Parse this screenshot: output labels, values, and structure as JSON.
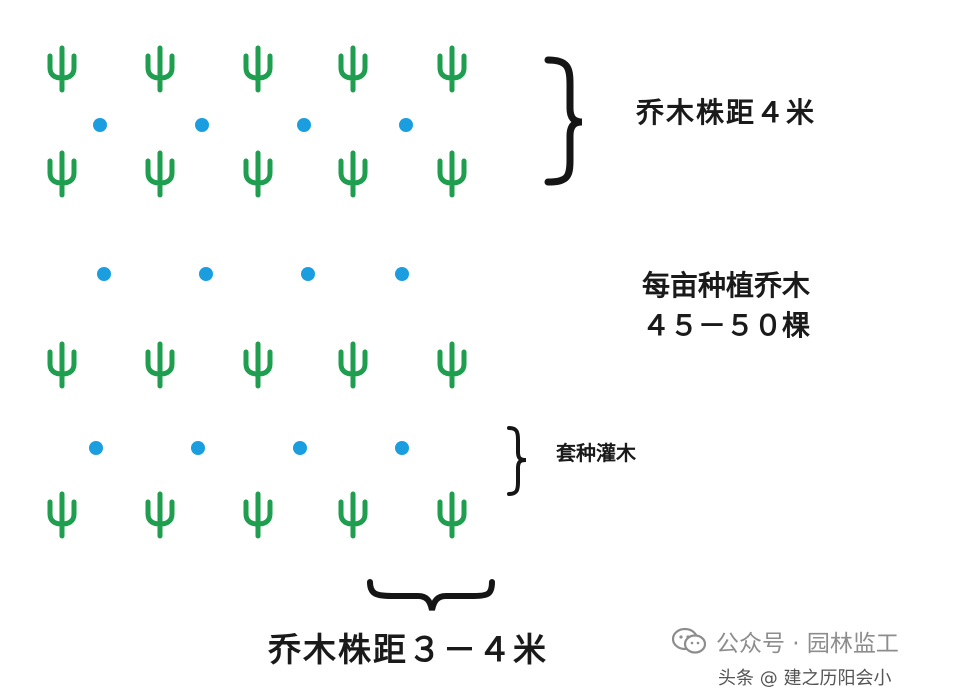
{
  "labels": {
    "tree_spacing_4": "乔木株距４米",
    "trees_per_mu_line1": "每亩种植乔木",
    "trees_per_mu_line2": "４５－５０棵",
    "shrubs": "套种灌木",
    "tree_spacing_3_4": "乔木株距３－４米"
  },
  "watermark": {
    "text": "公众号 · 园林监工",
    "icon": "wechat-icon",
    "subtext": "头条 @ 建之历阳会小"
  },
  "colors": {
    "tree": "#1e9e4e",
    "shrub": "#1a9ee0",
    "bracket": "#151515",
    "watermark": "#8d8d8d",
    "text": "#1a1a1a"
  },
  "legend_semantics": {
    "tree_symbol": "tree-icon",
    "shrub_symbol": "shrub-dot"
  }
}
